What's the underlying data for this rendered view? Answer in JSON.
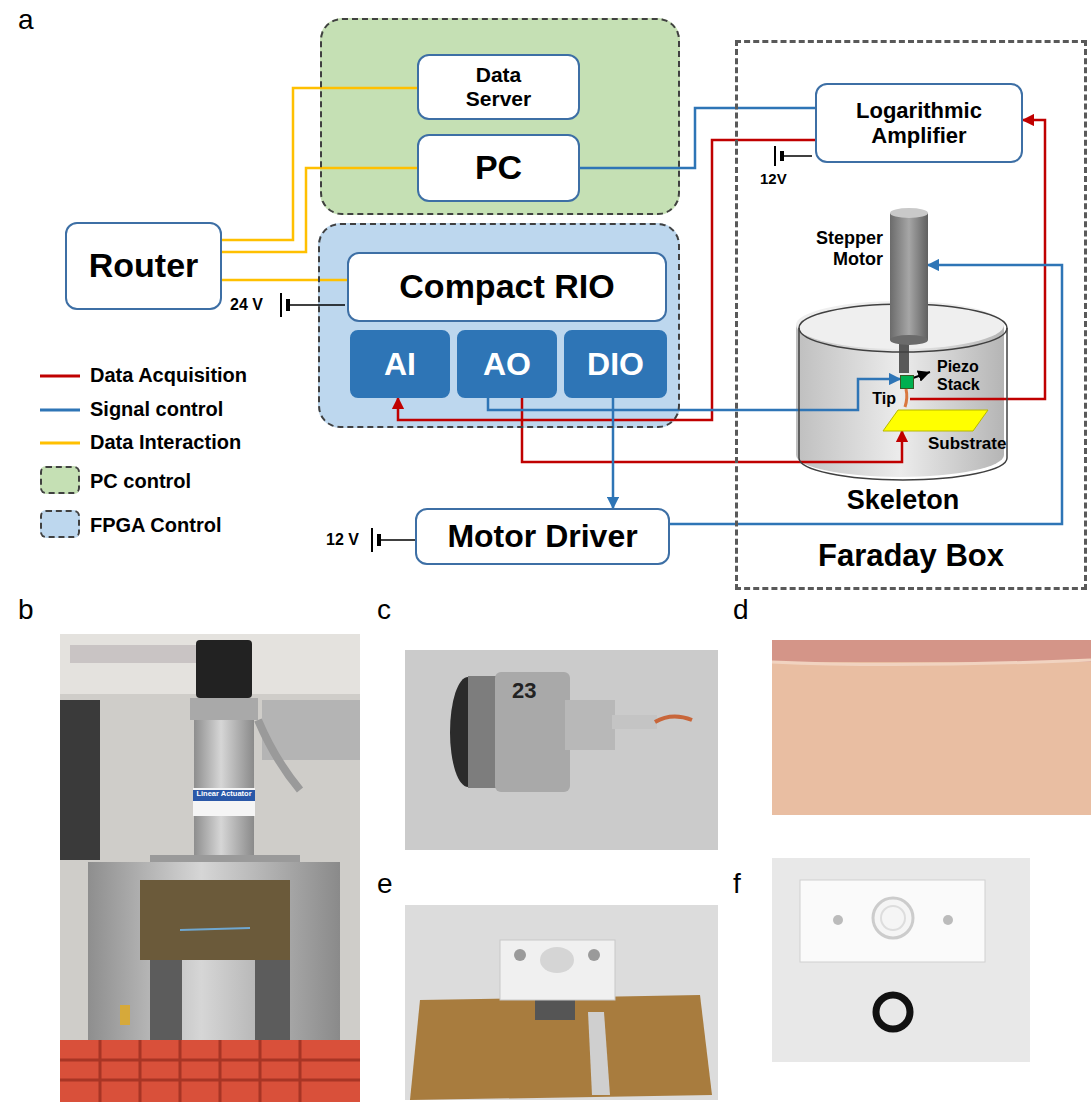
{
  "diagram": {
    "nodes": [
      {
        "text": []
      },
      {
        "text": [
          "Data Server"
        ],
        "in": 0
      },
      {
        "text": [
          "PC"
        ],
        "in": 0
      },
      {
        "text": [
          "Router"
        ]
      },
      {
        "text": []
      },
      {
        "text": [
          "Compact RIO"
        ],
        "in": 4
      },
      {
        "text": [
          "AI"
        ],
        "in": 4
      },
      {
        "text": [
          "AO"
        ],
        "in": 4
      },
      {
        "text": [
          "DIO"
        ],
        "in": 4
      },
      {
        "text": [
          "Faraday Box"
        ]
      },
      {
        "text": [
          "Logarithmic Amplifier"
        ],
        "in": 9
      },
      {
        "text": [
          "Skeleton"
        ],
        "in": 9
      },
      {
        "text": [
          "Stepper Motor"
        ],
        "in": 11
      },
      {
        "text": [
          "Piezo Stack"
        ],
        "in": 11
      },
      {
        "text": [
          "Tip"
        ],
        "in": 11
      },
      {
        "text": [
          "Substrate"
        ],
        "in": 11
      },
      {
        "text": [
          "Motor Driver"
        ]
      }
    ],
    "edges": [
      {
        "from": 3,
        "to": 1,
        "arrow": "none"
      },
      {
        "from": 3,
        "to": 2,
        "arrow": "none"
      },
      {
        "from": 3,
        "to": 5,
        "arrow": "none"
      },
      {
        "from": 2,
        "to": 10,
        "arrow": "none"
      },
      {
        "from": 10,
        "to": 6,
        "arrow": "to"
      },
      {
        "from": 14,
        "to": 10,
        "arrow": "to"
      },
      {
        "from": 7,
        "to": 15,
        "arrow": "to"
      },
      {
        "from": 7,
        "to": 13,
        "arrow": "to"
      },
      {
        "from": 8,
        "to": 16,
        "arrow": "to"
      },
      {
        "from": 16,
        "to": 12,
        "arrow": "to"
      }
    ],
    "labels": [
      "a",
      "12V",
      "24 V",
      "12 V",
      "b",
      "c",
      "d",
      "e",
      "f",
      "Linear Actuator",
      "23"
    ],
    "legend": [
      {
        "text": "Data Acquisition"
      },
      {
        "text": "Signal control"
      },
      {
        "text": "Data Interaction"
      },
      {
        "text": "PC control",
        "color": "#c5e0b4"
      },
      {
        "text": "FPGA Control",
        "color": "#bdd7ee"
      }
    ]
  }
}
